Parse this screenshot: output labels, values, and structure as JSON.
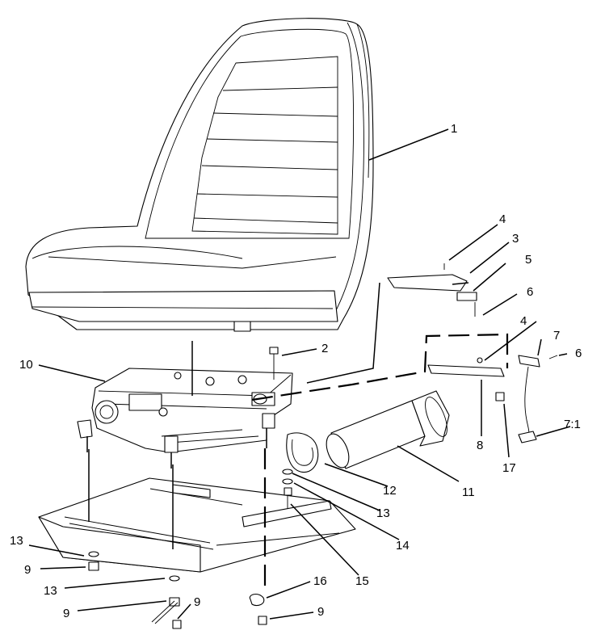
{
  "callouts": [
    {
      "id": "c1",
      "text": "1"
    },
    {
      "id": "c2",
      "text": "2"
    },
    {
      "id": "c3",
      "text": "3"
    },
    {
      "id": "c4a",
      "text": "4"
    },
    {
      "id": "c4b",
      "text": "4"
    },
    {
      "id": "c5",
      "text": "5"
    },
    {
      "id": "c6a",
      "text": "6"
    },
    {
      "id": "c6b",
      "text": "6"
    },
    {
      "id": "c7",
      "text": "7"
    },
    {
      "id": "c71",
      "text": "7:1"
    },
    {
      "id": "c8",
      "text": "8"
    },
    {
      "id": "c9a",
      "text": "9"
    },
    {
      "id": "c9b",
      "text": "9"
    },
    {
      "id": "c9c",
      "text": "9"
    },
    {
      "id": "c9d",
      "text": "9"
    },
    {
      "id": "c10",
      "text": "10"
    },
    {
      "id": "c11",
      "text": "11"
    },
    {
      "id": "c12",
      "text": "12"
    },
    {
      "id": "c13a",
      "text": "13"
    },
    {
      "id": "c13b",
      "text": "13"
    },
    {
      "id": "c13c",
      "text": "13"
    },
    {
      "id": "c14",
      "text": "14"
    },
    {
      "id": "c15",
      "text": "15"
    },
    {
      "id": "c16",
      "text": "16"
    },
    {
      "id": "c17",
      "text": "17"
    }
  ]
}
